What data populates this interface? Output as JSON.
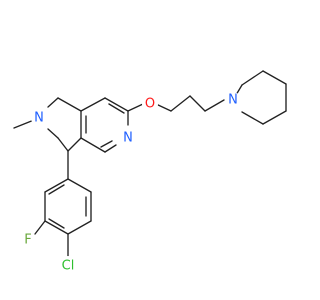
{
  "colors": {
    "bond": "#222222",
    "carbon": "#222222",
    "nitrogen": "#1f5fff",
    "oxygen": "#ff1a1a",
    "fluorine": "#6aa83c",
    "chlorine": "#2fbf2f",
    "background": "#ffffff"
  },
  "atoms": {
    "ring_nitrogen": "N",
    "amine_nitrogen": "N",
    "pyridine_nitrogen": "N",
    "ether_oxygen": "O",
    "fluorine": "F",
    "chlorine": "Cl"
  }
}
